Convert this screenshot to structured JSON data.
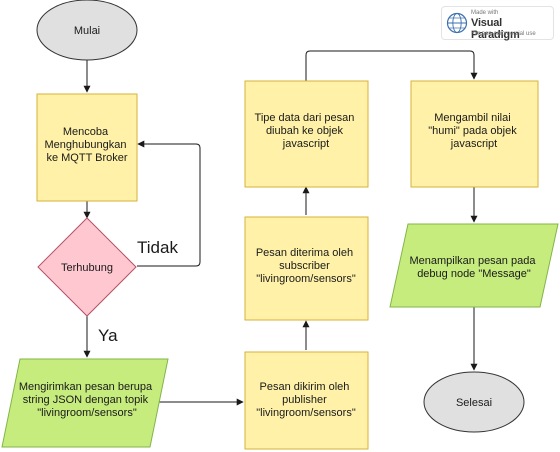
{
  "nodes": {
    "mulai": "Mulai",
    "mencoba": [
      "Mencoba",
      "Menghubungkan",
      "ke MQTT Broker"
    ],
    "terhubung": "Terhubung",
    "mengirimkan": [
      "Mengirimkan pesan berupa",
      "string JSON dengan topik",
      "\"livingroom/sensors\""
    ],
    "dikirim": [
      "Pesan dikirim oleh",
      "publisher",
      "\"livingroom/sensors\""
    ],
    "diterima": [
      "Pesan diterima oleh",
      "subscriber",
      "\"livingroom/sensors\""
    ],
    "tipe": [
      "Tipe data dari pesan",
      "diubah ke objek",
      "javascript"
    ],
    "mengambil": [
      "Mengambil nilai",
      "\"humi\" pada objek",
      "javascript"
    ],
    "menampilkan": [
      "Menampilkan pesan pada",
      "debug node \"Message\""
    ],
    "selesai": "Selesai"
  },
  "edges": {
    "tidak": "Tidak",
    "ya": "Ya"
  },
  "colors": {
    "process": "#fff2a8",
    "process_border": "#d4b13a",
    "terminal": "#e0e0e0",
    "terminal_border": "#333333",
    "decision": "#ffc8d0",
    "decision_border": "#b85067",
    "io": "#c6ec7e",
    "io_border": "#82b54a"
  },
  "watermark": {
    "line1": "Made with",
    "line2": "Visual Paradigm",
    "line3": "For non-commercial use"
  }
}
